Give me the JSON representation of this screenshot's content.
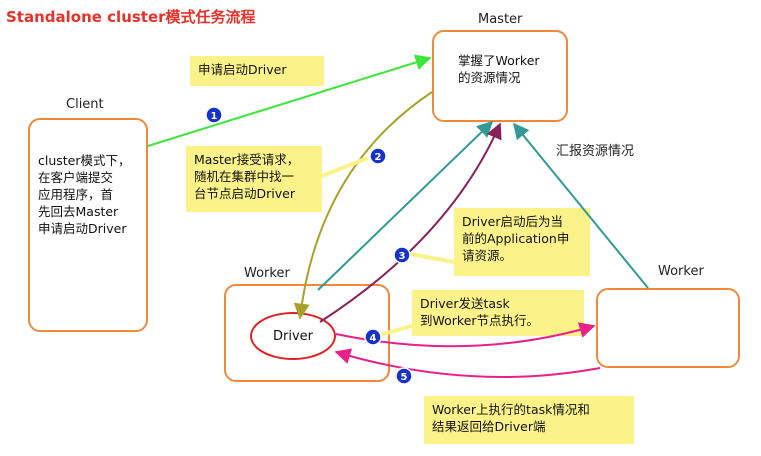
{
  "title": "Standalone cluster模式任务流程",
  "labels": {
    "master": "Master",
    "client": "Client",
    "worker_left": "Worker",
    "worker_right": "Worker",
    "report": "汇报资源情况"
  },
  "nodes": {
    "master_text": "掌握了Worker\n的资源情况",
    "client_text": "cluster模式下，\n在客户端提交\n应用程序，首\n先回去Master\n申请启动Driver",
    "driver": "Driver"
  },
  "notes": {
    "n1": "申请启动Driver",
    "n2": "Master接受请求，\n随机在集群中找一\n台节点启动Driver",
    "n3": "Driver启动后为当\n前的Application申\n请资源。",
    "n4": "Driver发送task\n到Worker节点执行。",
    "n5": "Worker上执行的task情况和\n结果返回给Driver端"
  },
  "badges": [
    "1",
    "2",
    "3",
    "4",
    "5"
  ],
  "colors": {
    "title": "#e8312a",
    "node_border": "#f0883e",
    "note_bg": "#fbf38a",
    "arrow_green": "#3ee63a",
    "arrow_olive": "#a8a22a",
    "arrow_teal": "#2f9a96",
    "arrow_purple": "#8a1f5a",
    "arrow_pink": "#e8208a",
    "badge": "#1632c8"
  }
}
